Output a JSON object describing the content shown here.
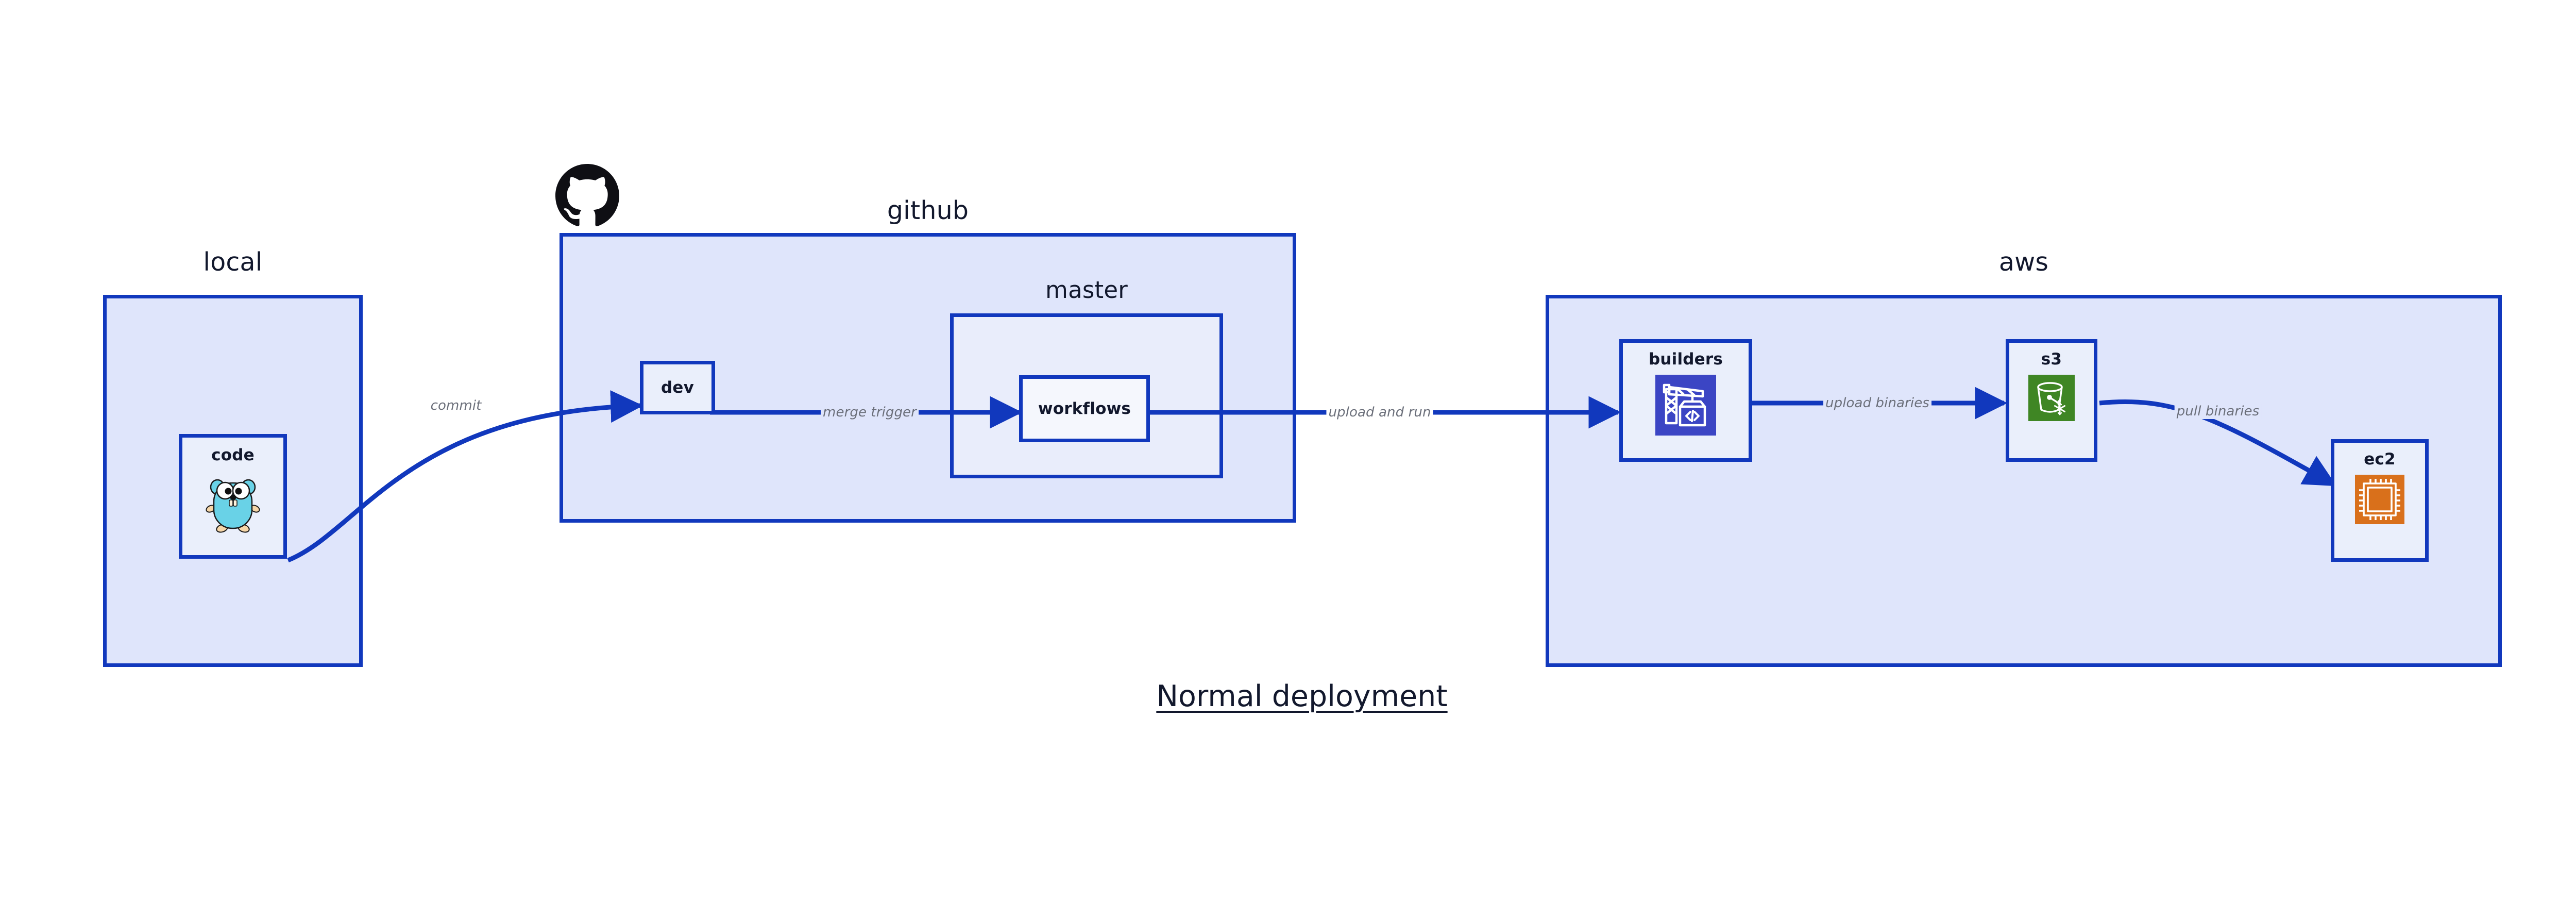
{
  "diagram": {
    "title": "Normal deployment",
    "colors": {
      "border": "#1138bd",
      "container_fill": "#dfe5fb",
      "nested_fill": "#e9edfb",
      "node_fill": "#eaeffb",
      "leaf_fill": "#f5f7fd",
      "edge_line": "#1138bd",
      "edge_label_text": "#6b6f7a",
      "text": "#12182d",
      "go_gopher": "#69d2e7",
      "aws_codebuild": "#3b45c4",
      "aws_s3": "#3f8624",
      "aws_ec2": "#d9701b",
      "github_logo": "#0f0f14"
    }
  },
  "containers": [
    {
      "id": "local",
      "label": "local"
    },
    {
      "id": "github",
      "label": "github",
      "logo": "github-octocat-logo"
    },
    {
      "id": "master",
      "label": "master"
    },
    {
      "id": "aws",
      "label": "aws"
    }
  ],
  "nodes": [
    {
      "id": "code",
      "label": "code",
      "parent": "local",
      "icon": "go-gopher-icon"
    },
    {
      "id": "dev",
      "label": "dev",
      "parent": "github",
      "icon": null
    },
    {
      "id": "workflows",
      "label": "workflows",
      "parent": "master",
      "icon": null
    },
    {
      "id": "builders",
      "label": "builders",
      "parent": "aws",
      "icon": "aws-codebuild-icon"
    },
    {
      "id": "s3",
      "label": "s3",
      "parent": "aws",
      "icon": "aws-s3-glacier-icon"
    },
    {
      "id": "ec2",
      "label": "ec2",
      "parent": "aws",
      "icon": "aws-ec2-chip-icon"
    }
  ],
  "edges": [
    {
      "id": "code-to-dev",
      "from": "code",
      "to": "dev",
      "label": "commit"
    },
    {
      "id": "dev-to-workflows",
      "from": "dev",
      "to": "workflows",
      "label": "merge trigger"
    },
    {
      "id": "workflows-to-builders",
      "from": "workflows",
      "to": "builders",
      "label": "upload and run"
    },
    {
      "id": "builders-to-s3",
      "from": "builders",
      "to": "s3",
      "label": "upload binaries"
    },
    {
      "id": "s3-to-ec2",
      "from": "s3",
      "to": "ec2",
      "label": "pull binaries"
    }
  ]
}
